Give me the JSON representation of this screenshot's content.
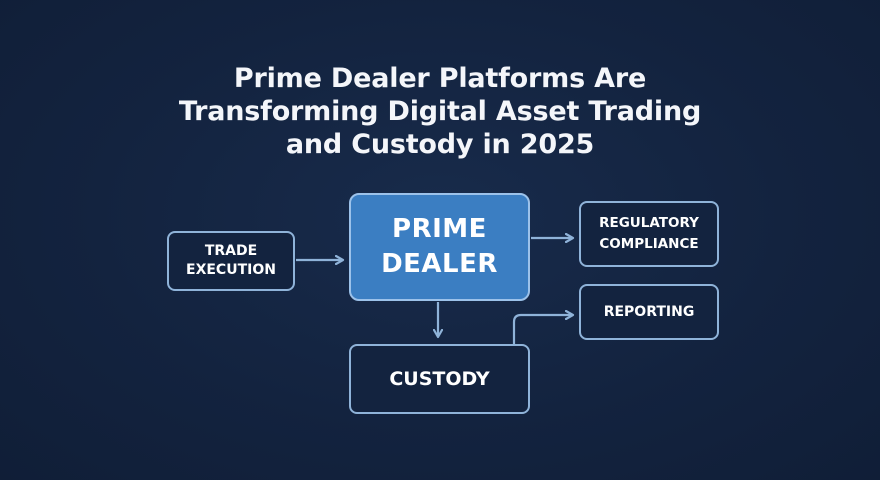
{
  "title": {
    "line1": "Prime Dealer Platforms Are",
    "line2": "Transforming Digital Asset Trading",
    "line3": "and Custody in 2025"
  },
  "nodes": {
    "trade_execution": {
      "line1": "TRADE",
      "line2": "EXECUTION"
    },
    "prime_dealer": {
      "line1": "PRIME",
      "line2": "DEALER"
    },
    "regulatory_compliance": {
      "line1": "REGULATORY",
      "line2": "COMPLIANCE"
    },
    "reporting": {
      "label": "REPORTING"
    },
    "custody": {
      "label": "CUSTODY"
    }
  },
  "colors": {
    "background": "#13233f",
    "node_border": "#8fb3d9",
    "prime_fill": "#3b7ec2",
    "text": "#ffffff"
  }
}
